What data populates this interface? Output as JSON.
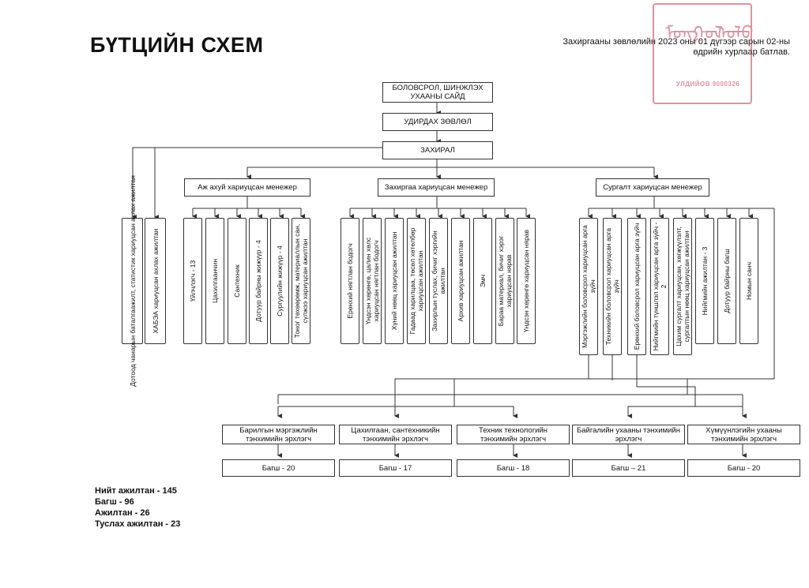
{
  "title": "БҮТЦИЙН СХЕМ",
  "approval": "Захиргааны зөвлөлийн 2023 оны 01 дүгээр сарын 02-ны өдрийн хурлаар батлав.",
  "stamp": {
    "number": "УЛДИЙОВ 9000326",
    "colour": "#c8394e"
  },
  "org": {
    "top": "БОЛОВСРОЛ, ШИНЖЛЭХ УХААНЫ САЙД",
    "board": "УДИРДАХ ЗӨВЛӨЛ",
    "director": "ЗАХИРАЛ",
    "direct_staff": [
      "Дотоод чанарын баталгаажилт, статистик хариуцсан ахлах ажилтан",
      "ХАБЭА хариуцсан ахлах ажилтан"
    ],
    "managers": [
      {
        "title": "Аж ахуй хариуцсан менежер",
        "units": [
          "Үйлчлэгч - 13",
          "Цахилгаанчин",
          "Сантехник",
          "Дотуур байрны жижүүр - 4",
          "Сургуулийн жижүүр - 4",
          "Тоног төхөөрөмж, материаллын сан, сүлжээ хариуцсан ажилтан"
        ]
      },
      {
        "title": "Захиргаа хариуцсан менежер",
        "units": [
          "Ерөнхий нягтлан бодогч",
          "Үндсэн хөрөнгө, цалин хөлс хариуцсан нягтлан бодогч",
          "Хүний нөөц хариуцсан ажилтан",
          "Гадаад харилцаа, төсөл хөтөлбөр хариуцсан ажилтан",
          "Захирлын туслах, бичиг хэргийн ажилтан",
          "Архив хариуцсан ажилтан",
          "Эмч",
          "Бараа материал, бичиг хэрэг хариуцсан нярав",
          "Үндсэн хөрөнгө хариуцсан нярав"
        ]
      },
      {
        "title": "Сургалт хариуцсан менежер",
        "units": [
          "Мэргэжлийн боловсрол хариуцсан арга зүйч",
          "Техникийн боловсрол хариуцсан арга зүйч",
          "Ерөнхий боловсрол хариуцсан арга зүйч",
          "Нийгмийн түншлэл хариуцсан арга зүйч - 2",
          "Цахим сургалт хариуцсан, хөгжүүлэлт, сургалтын нөөц хариуцсан ажилтан",
          "Нийгмийн ажилтан - 3",
          "Дотуур байрны багш",
          "Номын санч"
        ]
      }
    ],
    "departments": [
      {
        "title": "Барилгын мэргэжлийн тэнхимийн эрхлэгч",
        "teachers": "Багш - 20"
      },
      {
        "title": "Цахилгаан, сантехникийн тэнхимийн эрхлэгч",
        "teachers": "Багш - 17"
      },
      {
        "title": "Техник технологийн тэнхимийн эрхлэгч",
        "teachers": "Багш - 18"
      },
      {
        "title": "Байгалийн ухааны тэнхимийн эрхлэгч",
        "teachers": "Багш – 21"
      },
      {
        "title": "Хүмүүнлэгийн ухааны тэнхимийн эрхлэгч",
        "teachers": "Багш - 20"
      }
    ]
  },
  "totals": [
    "Нийт ажилтан - 145",
    "Багш - 96",
    "Ажилтан - 26",
    "Туслах ажилтан - 23"
  ]
}
